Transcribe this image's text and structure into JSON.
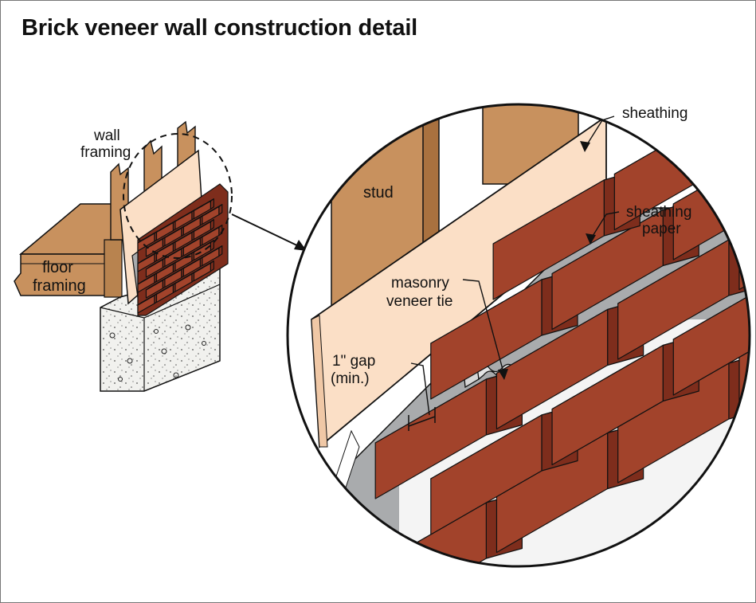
{
  "title": "Brick veneer wall construction detail",
  "labels": {
    "wall_framing_1": "wall",
    "wall_framing_2": "framing",
    "floor_framing_1": "floor",
    "floor_framing_2": "framing",
    "sheathing": "sheathing",
    "sheathing_paper_1": "sheathing",
    "sheathing_paper_2": "paper",
    "stud": "stud",
    "masonry_tie_1": "masonry",
    "masonry_tie_2": "veneer tie",
    "gap_1": "1\" gap",
    "gap_2": "(min.)"
  },
  "colors": {
    "wood": "#c8915e",
    "wood_dark": "#a9713f",
    "sheathing": "#fbdfc6",
    "paper": "#a9abad",
    "brick_face": "#a2432b",
    "brick_top": "#c05c3f",
    "brick_side": "#7e2d1c",
    "mortar": "#f4f4f4",
    "concrete": "#f1f1ee",
    "outline": "#111111"
  }
}
